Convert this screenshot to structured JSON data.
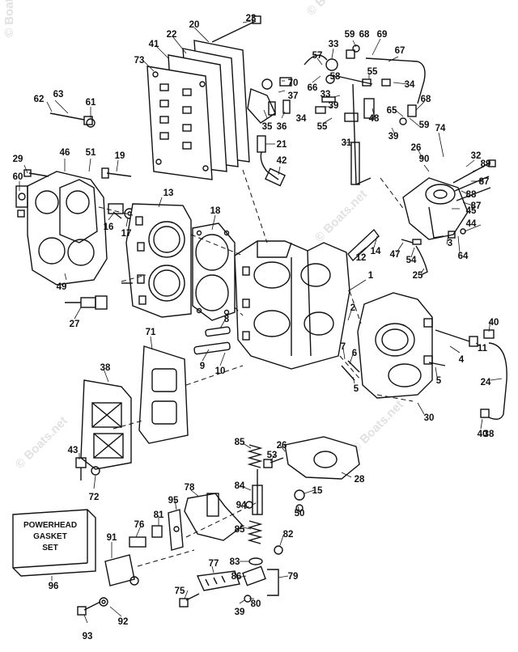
{
  "diagram": {
    "watermark_text": "© Boats.net",
    "kit_box": {
      "line1": "POWERHEAD",
      "line2": "GASKET",
      "line3": "SET",
      "part_number": "96"
    },
    "callouts": [
      "20",
      "23",
      "22",
      "41",
      "73",
      "33",
      "59",
      "68",
      "69",
      "67",
      "57",
      "66",
      "70",
      "58",
      "55",
      "34",
      "37",
      "38",
      "63",
      "61",
      "62",
      "33",
      "39",
      "35",
      "36",
      "34",
      "55",
      "48",
      "65",
      "68",
      "59",
      "21",
      "31",
      "39",
      "74",
      "26",
      "42",
      "29",
      "46",
      "51",
      "19",
      "60",
      "13",
      "16",
      "17",
      "18",
      "32",
      "89",
      "90",
      "87",
      "88",
      "87",
      "45",
      "44",
      "3",
      "12",
      "14",
      "47",
      "54",
      "64",
      "25",
      "49",
      "27",
      "1",
      "2",
      "8",
      "9",
      "10",
      "71",
      "40",
      "7",
      "6",
      "4",
      "11",
      "5",
      "5",
      "24",
      "38",
      "30",
      "40",
      "85",
      "26",
      "53",
      "28",
      "43",
      "72",
      "84",
      "15",
      "50",
      "95",
      "78",
      "81",
      "76",
      "94",
      "85",
      "82",
      "91",
      "83",
      "77",
      "79",
      "86",
      "80",
      "75",
      "39",
      "92",
      "93",
      "96"
    ]
  }
}
